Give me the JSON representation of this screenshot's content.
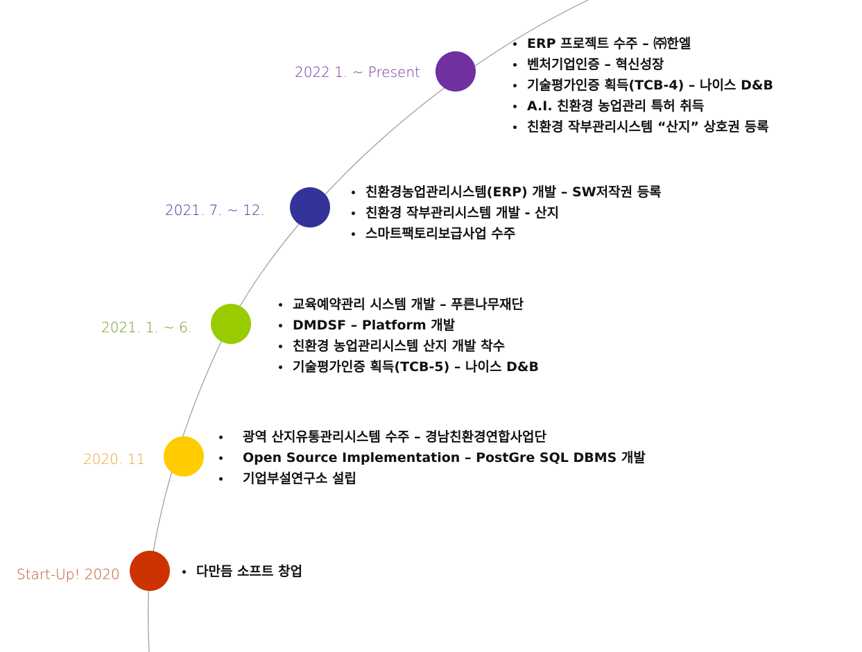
{
  "diagram": {
    "type": "timeline",
    "arc_color": "#9a9a9a",
    "milestones": [
      {
        "period": "2022 1. ~ Present",
        "color": "#7030a0",
        "label_color": "#7030a0",
        "events": [
          "ERP 프로젝트 수주 – ㈜한엘",
          "벤처기업인증 – 혁신성장",
          "기술평가인증 획득(TCB-4) – 나이스 D&B",
          "A.I. 친환경 농업관리 특허 취득",
          "친환경 작부관리시스템 “산지” 상호권 등록"
        ]
      },
      {
        "period": "2021. 7. ~ 12.",
        "color": "#333399",
        "label_color": "#333399",
        "events": [
          "친환경농업관리시스템(ERP) 개발 – SW저작권 등록",
          "친환경 작부관리시스템 개발 - 산지",
          "스마트팩토리보급사업 수주"
        ]
      },
      {
        "period": "2021. 1. ~ 6.",
        "color": "#99cc00",
        "label_color": "#6b9a1e",
        "events": [
          "교육예약관리 시스템 개발 – 푸른나무재단",
          "DMDSF – Platform 개발",
          "친환경 농업관리시스템 산지 개발 착수",
          "기술평가인증 획득(TCB-5) – 나이스 D&B"
        ]
      },
      {
        "period": "2020. 11",
        "color": "#ffcc00",
        "label_color": "#f0a030",
        "events": [
          "광역 산지유통관리시스템 수주 – 경남친환경연합사업단",
          "Open Source Implementation – PostGre SQL DBMS 개발",
          "기업부설연구소 설립"
        ]
      },
      {
        "period": "Start-Up! 2020",
        "color": "#cc3300",
        "label_color": "#c0502a",
        "events": [
          "다만듬 소프트 창업"
        ]
      }
    ]
  }
}
